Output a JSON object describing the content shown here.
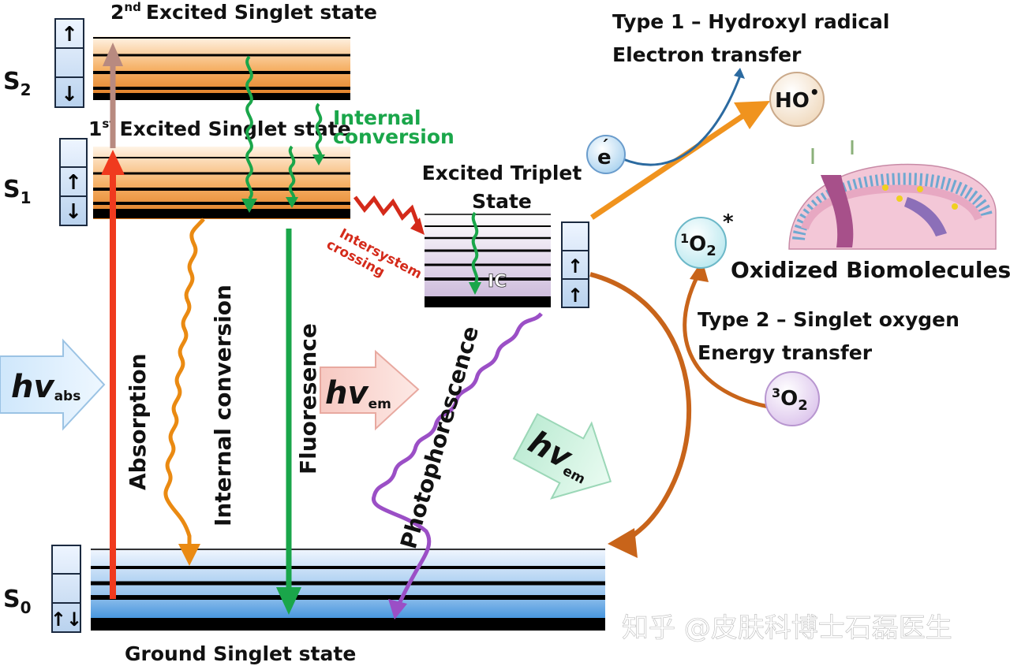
{
  "states": {
    "s2": {
      "letter": "S",
      "sub": "2"
    },
    "s1": {
      "letter": "S",
      "sub": "1"
    },
    "s0": {
      "letter": "S",
      "sub": "0"
    }
  },
  "labels": {
    "excited_singlet_2_num": "2",
    "excited_singlet_2_sup": "nd",
    "excited_singlet_2_text": "Excited Singlet state",
    "excited_singlet_1_num": "1",
    "excited_singlet_1_sup": "st",
    "excited_singlet_1_text": "Excited Singlet state",
    "internal_conversion_top_1": "Internal",
    "internal_conversion_top_2": "conversion",
    "excited_triplet_1": "Excited Triplet",
    "excited_triplet_2": "State",
    "intersystem_1": "Intersystem",
    "intersystem_2": "crossing",
    "ic": "IC",
    "ground": "Ground Singlet state",
    "absorption": "Absorption",
    "internal_conversion_vertical": "Internal conversion",
    "fluorescence": "Fluoresence",
    "phosphorescence": "Photophorescence",
    "type1_line1": "Type 1 – Hydroxyl radical",
    "type1_line2": "Electron transfer",
    "type2_line1": "Type 2 – Singlet oxygen",
    "type2_line2": "Energy transfer",
    "oxidized": "Oxidized Biomolecules"
  },
  "photons": {
    "abs": {
      "hv": "hv",
      "sub": "abs"
    },
    "em1": {
      "hv": "hv",
      "sub": "em"
    },
    "em2": {
      "hv": "hv",
      "sub": "em"
    }
  },
  "molecules": {
    "hydroxyl": {
      "text": "HO",
      "dot": "•"
    },
    "electron": {
      "text": "e",
      "mark": "´"
    },
    "singlet_oxygen": {
      "pre": "1",
      "o": "O",
      "sub": "2",
      "star": "*"
    },
    "triplet_oxygen": {
      "pre": "3",
      "o": "O",
      "sub": "2"
    }
  },
  "spins": {
    "up": "↑",
    "down": "↓",
    "pair": "↑↓"
  },
  "watermark": "知乎 @皮肤科博士石磊医生",
  "colors": {
    "absorption": "#f03a1e",
    "fluorescence": "#1aa64a",
    "internal_conversion": "#ea8a12",
    "intersystem": "#d42a1a",
    "phosphorescence": "#9b4fc6",
    "transfer": "#c8641a"
  }
}
